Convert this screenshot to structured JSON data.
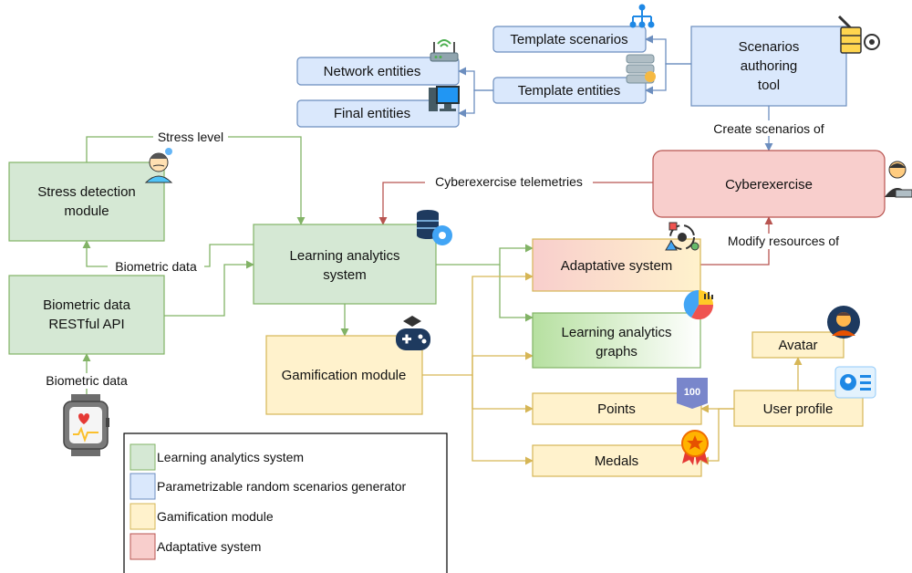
{
  "colors": {
    "green_fill": "#d5e8d4",
    "green_stroke": "#82b366",
    "blue_fill": "#dae8fc",
    "blue_stroke": "#6c8ebf",
    "yellow_fill": "#fff2cc",
    "yellow_stroke": "#d6b656",
    "red_fill": "#f8cecc",
    "red_stroke": "#b85450"
  },
  "nodes": {
    "template_scenarios": "Template scenarios",
    "network_entities": "Network entities",
    "template_entities": "Template entities",
    "final_entities": "Final entities",
    "scenarios_tool": [
      "Scenarios",
      "authoring",
      "tool"
    ],
    "stress_module": [
      "Stress detection",
      "module"
    ],
    "cyberexercise": "Cyberexercise",
    "learning_system": [
      "Learning analytics",
      "system"
    ],
    "biometric_api": [
      "Biometric data",
      "RESTful API"
    ],
    "adaptative_system": "Adaptative system",
    "learning_graphs": [
      "Learning analytics",
      "graphs"
    ],
    "gamification_module": "Gamification module",
    "avatar": "Avatar",
    "points": "Points",
    "user_profile": "User profile",
    "medals": "Medals"
  },
  "edge_labels": {
    "stress_level": "Stress level",
    "create_scenarios": "Create scenarios of",
    "telemetries": "Cyberexercise telemetries",
    "biometric_data_top": "Biometric data",
    "modify_resources": "Modify resources of",
    "biometric_data_bottom": "Biometric data"
  },
  "legend": {
    "items": [
      {
        "label": "Learning analytics system",
        "color": "green"
      },
      {
        "label": "Parametrizable random scenarios generator",
        "color": "blue"
      },
      {
        "label": "Gamification module",
        "color": "yellow"
      },
      {
        "label": "Adaptative system",
        "color": "red"
      }
    ]
  },
  "icons": {
    "points_badge_text": "100"
  }
}
